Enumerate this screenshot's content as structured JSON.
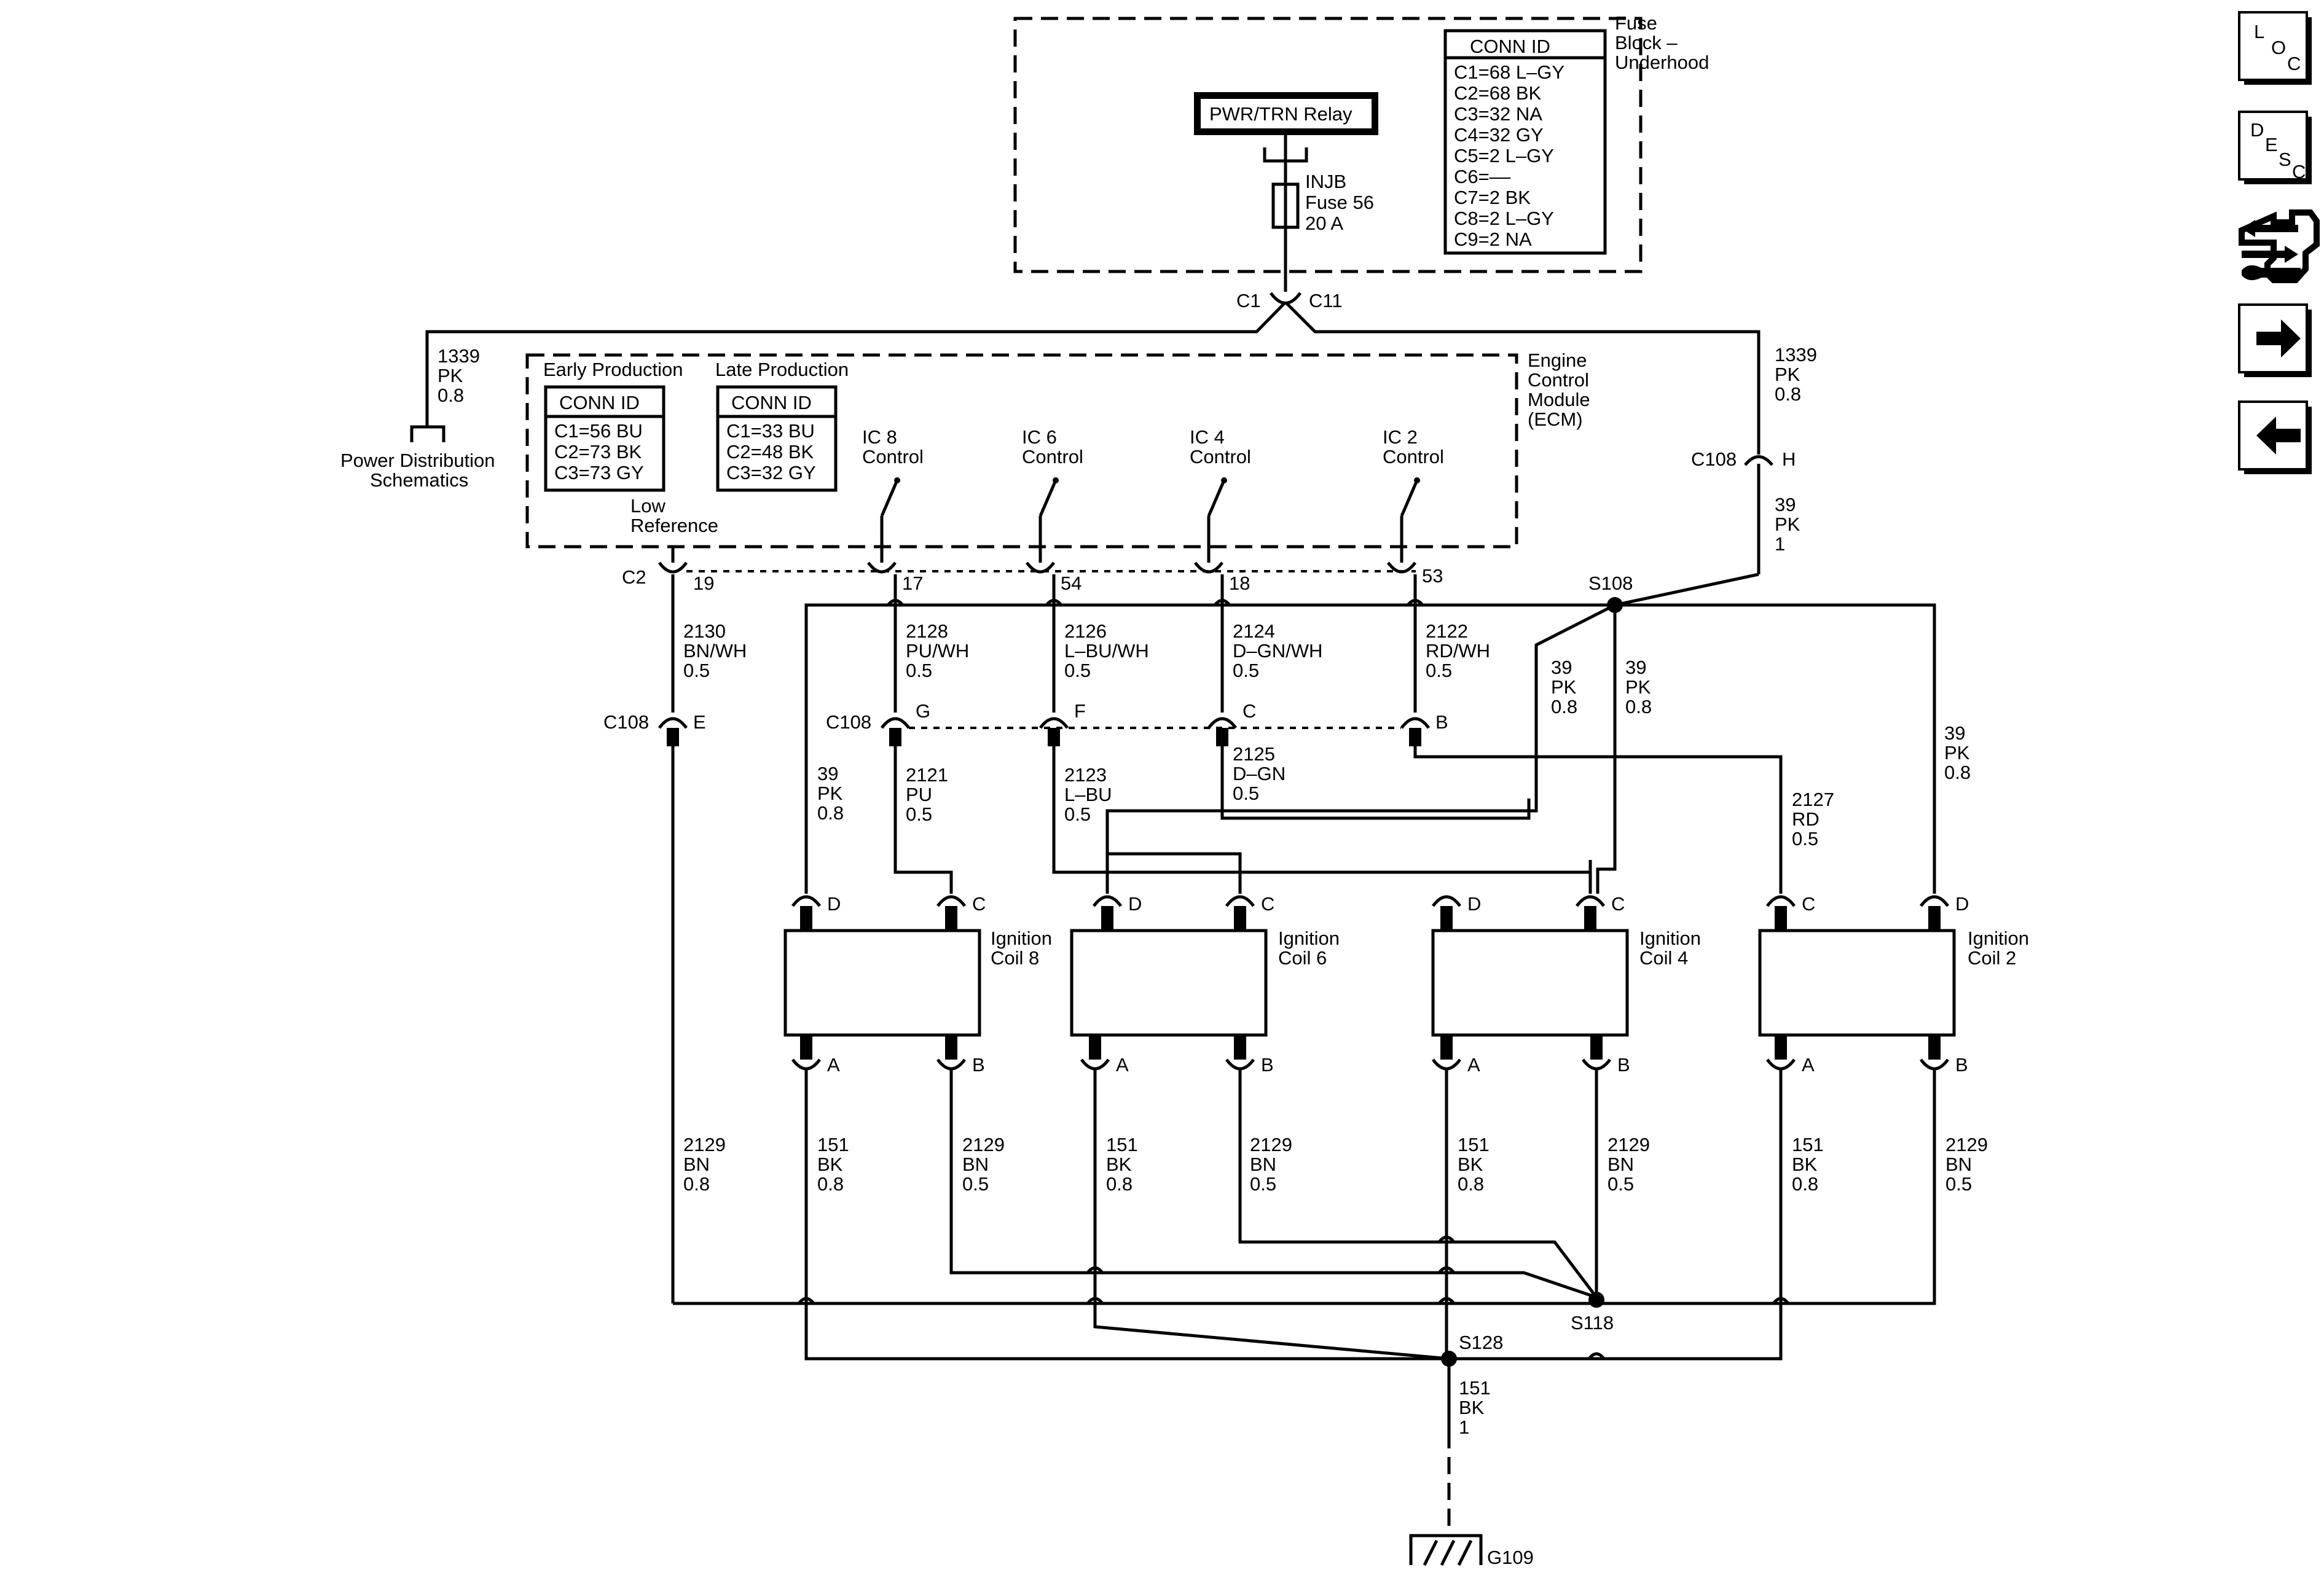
{
  "fuse_block": {
    "name": [
      "Fuse",
      "Block –",
      "Underhood"
    ],
    "conn_title": "CONN ID",
    "conn": [
      "C1=68 L–GY",
      "C2=68 BK",
      "C3=32 NA",
      "C4=32 GY",
      "C5=2 L–GY",
      "C6=––",
      "C7=2 BK",
      "C8=2 L–GY",
      "C9=2 NA"
    ],
    "relay": "PWR/TRN Relay",
    "fuse": [
      "INJB",
      "Fuse 56",
      "20 A"
    ]
  },
  "top_conn": {
    "left": "C1",
    "right": "C11"
  },
  "left_wire": {
    "label": [
      "1339",
      "PK",
      "0.8"
    ],
    "dest": [
      "Power Distribution",
      "Schematics"
    ]
  },
  "right_wire": {
    "label": [
      "1339",
      "PK",
      "0.8"
    ],
    "conn": "C108",
    "pin": "H",
    "label2": [
      "39",
      "PK",
      "1"
    ],
    "splice": "S108"
  },
  "ecm": {
    "name": [
      "Engine",
      "Control",
      "Module",
      "(ECM)"
    ],
    "early_title": "Early Production",
    "late_title": "Late Production",
    "conn_title": "CONN ID",
    "early": [
      "C1=56 BU",
      "C2=73 BK",
      "C3=73 GY"
    ],
    "late": [
      "C1=33 BU",
      "C2=48 BK",
      "C3=32 GY"
    ],
    "low_ref": [
      "Low",
      "Reference"
    ],
    "conn": "C2",
    "controls": [
      {
        "label": [
          "IC 8",
          "Control"
        ],
        "pin": "17"
      },
      {
        "label": [
          "IC 6",
          "Control"
        ],
        "pin": "54"
      },
      {
        "label": [
          "IC 4",
          "Control"
        ],
        "pin": "18"
      },
      {
        "label": [
          "IC 2",
          "Control"
        ],
        "pin": "53"
      }
    ],
    "low_ref_pin": "19"
  },
  "upper_wires": [
    {
      "label": [
        "2130",
        "BN/WH",
        "0.5"
      ]
    },
    {
      "label": [
        "2128",
        "PU/WH",
        "0.5"
      ]
    },
    {
      "label": [
        "2126",
        "L–BU/WH",
        "0.5"
      ]
    },
    {
      "label": [
        "2124",
        "D–GN/WH",
        "0.5"
      ]
    },
    {
      "label": [
        "2122",
        "RD/WH",
        "0.5"
      ]
    }
  ],
  "c108": {
    "name": "C108",
    "pins": [
      "E",
      "G",
      "F",
      "C",
      "B"
    ]
  },
  "lower_wires": [
    {
      "label": [
        "2121",
        "PU",
        "0.5"
      ]
    },
    {
      "label": [
        "2123",
        "L–BU",
        "0.5"
      ]
    },
    {
      "label": [
        "2125",
        "D–GN",
        "0.5"
      ]
    },
    {
      "label": [
        "2127",
        "RD",
        "0.5"
      ]
    }
  ],
  "pk_wires": [
    {
      "label": [
        "39",
        "PK",
        "0.8"
      ]
    },
    {
      "label": [
        "39",
        "PK",
        "0.8"
      ]
    },
    {
      "label": [
        "39",
        "PK",
        "0.8"
      ]
    },
    {
      "label": [
        "39",
        "PK",
        "0.8"
      ]
    }
  ],
  "coils": [
    {
      "name": [
        "Ignition",
        "Coil 8"
      ],
      "pins": [
        "D",
        "C",
        "A",
        "B"
      ]
    },
    {
      "name": [
        "Ignition",
        "Coil 6"
      ],
      "pins": [
        "D",
        "C",
        "A",
        "B"
      ]
    },
    {
      "name": [
        "Ignition",
        "Coil 4"
      ],
      "pins": [
        "D",
        "C",
        "A",
        "B"
      ]
    },
    {
      "name": [
        "Ignition",
        "Coil 2"
      ],
      "pins": [
        "C",
        "D",
        "A",
        "B"
      ]
    }
  ],
  "ground_wires": [
    {
      "label": [
        "2129",
        "BN",
        "0.8"
      ]
    },
    {
      "label": [
        "151",
        "BK",
        "0.8"
      ]
    },
    {
      "label": [
        "2129",
        "BN",
        "0.5"
      ]
    },
    {
      "label": [
        "151",
        "BK",
        "0.8"
      ]
    },
    {
      "label": [
        "2129",
        "BN",
        "0.5"
      ]
    },
    {
      "label": [
        "151",
        "BK",
        "0.8"
      ]
    },
    {
      "label": [
        "2129",
        "BN",
        "0.5"
      ]
    },
    {
      "label": [
        "151",
        "BK",
        "0.8"
      ]
    },
    {
      "label": [
        "2129",
        "BN",
        "0.5"
      ]
    }
  ],
  "splices": {
    "s118": "S118",
    "s128": "S128"
  },
  "ground": {
    "label": [
      "151",
      "BK",
      "1"
    ],
    "name": "G109"
  },
  "nav": {
    "loc": [
      "L",
      "O",
      "C"
    ],
    "desc": [
      "D",
      "E",
      "S",
      "C"
    ]
  }
}
